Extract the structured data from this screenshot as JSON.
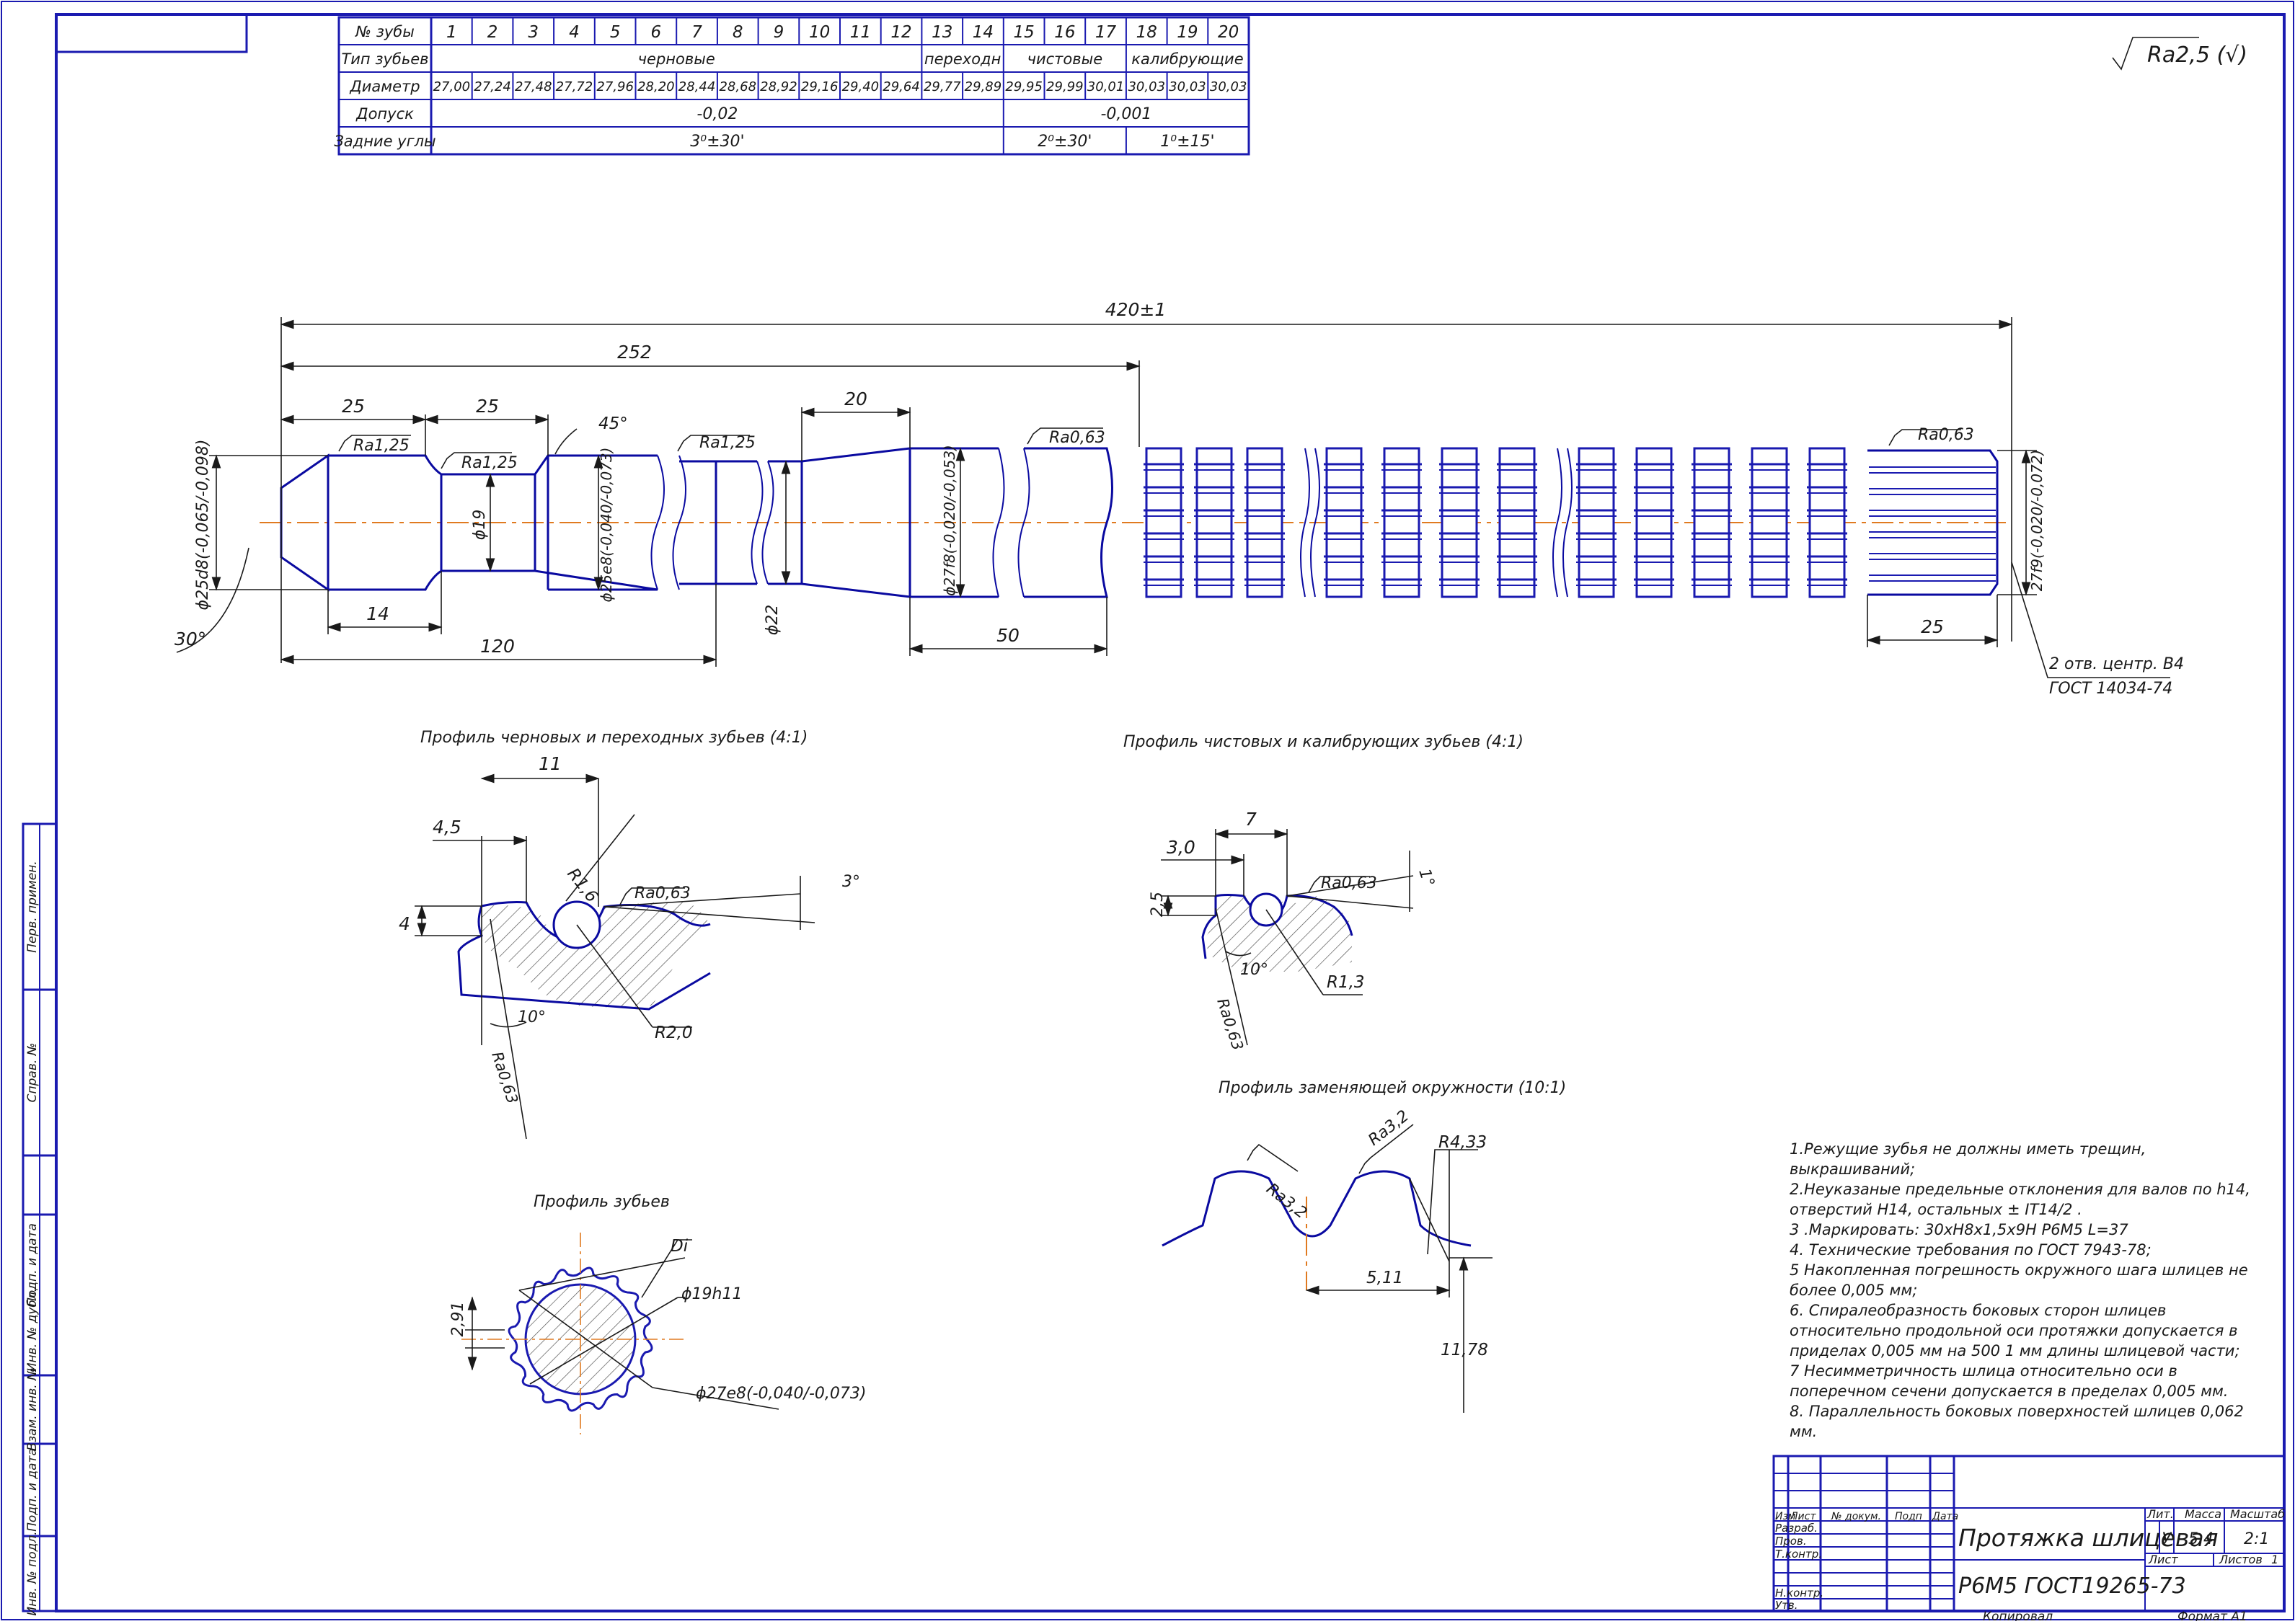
{
  "teeth_table": {
    "row_labels": [
      "№ зубы",
      "Тип зубьев",
      "Диаметр",
      "Допуск",
      "Задние углы"
    ],
    "numbers": [
      "1",
      "2",
      "3",
      "4",
      "5",
      "6",
      "7",
      "8",
      "9",
      "10",
      "11",
      "12",
      "13",
      "14",
      "15",
      "16",
      "17",
      "18",
      "19",
      "20"
    ],
    "types": [
      {
        "label": "черновые",
        "span": 12
      },
      {
        "label": "переходн",
        "span": 2
      },
      {
        "label": "чистовые",
        "span": 3
      },
      {
        "label": "калибрующие",
        "span": 3
      }
    ],
    "diameters": [
      "27,00",
      "27,24",
      "27,48",
      "27,72",
      "27,96",
      "28,20",
      "28,44",
      "28,68",
      "28,92",
      "29,16",
      "29,40",
      "29,64",
      "29,77",
      "29,89",
      "29,95",
      "29,99",
      "30,01",
      "30,03",
      "30,03",
      "30,03"
    ],
    "tolerances": [
      {
        "label": "-0,02",
        "span": 14
      },
      {
        "label": "-0,001",
        "span": 6
      }
    ],
    "angles": [
      {
        "label": "3⁰±30'",
        "span": 14
      },
      {
        "label": "2⁰±30'",
        "span": 3
      },
      {
        "label": "1⁰±15'",
        "span": 3
      }
    ]
  },
  "roughness_general": "Ra2,5 (√)",
  "main_view": {
    "dim_total": "420±1",
    "dim_252": "252",
    "dim_25_a": "25",
    "dim_25_b": "25",
    "dim_20": "20",
    "dim_14": "14",
    "dim_120": "120",
    "dim_50": "50",
    "dim_25_c": "25",
    "angle_45": "45°",
    "angle_30": "30°",
    "ra_125_a": "Ra1,25",
    "ra_125_b": "Ra1,25",
    "ra_125_c": "Ra1,25",
    "ra_063_a": "Ra0,63",
    "ra_063_b": "Ra0,63",
    "d_25d8": "ϕ25d8(-0,065/-0,098)",
    "d_19": "ϕ19",
    "d_25e8": "ϕ25e8(-0,040/-0,073)",
    "d_22": "ϕ22",
    "d_27f8": "ϕ27f8(-0,020/-0,053)",
    "d_27f9": "27f9(-0,020/-0,072)",
    "centre_note_1": "2 отв. центр. В4",
    "centre_note_2": "ГОСТ 14034-74"
  },
  "profile_rough": {
    "title": "Профиль чexternalовых и переходных зубьев (4:1)",
    "dim_11": "11",
    "dim_45": "4,5",
    "dim_4": "4",
    "r16": "R1,6",
    "r20": "R2,0",
    "ra063_a": "Ra0,63",
    "ra063_b": "Ra0,63",
    "angle_3": "3°",
    "angle_10": "10°"
  },
  "profile_finish": {
    "title": "Профиль чистовых и калибрующих зубьев (4:1)",
    "dim_7": "7",
    "dim_30": "3,0",
    "dim_25": "2,5",
    "r13": "R1,3",
    "ra063_a": "Ra0,63",
    "ra063_b": "Ra0,63",
    "angle_1": "1°",
    "angle_10": "10°"
  },
  "profile_circle": {
    "title": "Профиль заменяющей окружности (10:1)",
    "ra32_a": "Ra3,2",
    "ra32_b": "Ra3,2",
    "r433": "R4,33",
    "dim_511": "5,11",
    "dim_1178": "11,78"
  },
  "profile_teeth": {
    "title": "Профиль зубьев",
    "di": "Di",
    "d19": "ϕ19h11",
    "d291": "2,91",
    "d27": "ϕ27e8(-0,040/-0,073)"
  },
  "notes": [
    "1.Режущие зубья не должны иметь трещин, выкрашиваний;",
    "2.Неуказаные предельные отклонения для валов по h14, отверстий H14, остальных ± IT14/2 .",
    "3 .Маркировать: 30хН8х1,5х9Н Р6М5 L=37",
    "4. Технические требования по ГОСТ 7943-78;",
    "5 Накопленная погрешность окружного шага шлицев не более 0,005 мм;",
    "6. Спиралеобразность боковых сторон шлицев относительно продольной оси протяжки допускается в приделах 0,005 мм на 500 1 мм длины шлицевой части;",
    "7 Несимметричность шлица относительно оси в поперечном сечени допускается в пределах 0,005 мм.",
    "8. Параллельность боковых поверхностей шлицев 0,062 мм."
  ],
  "title_block": {
    "name": "Протяжка шлицевая",
    "material": "Р6М5 ГОСТ19265-73",
    "lit_label": "Лит.",
    "mass_label": "Масса",
    "scale_label": "Масштаб",
    "lit": "У",
    "mass": "5,4",
    "scale": "2:1",
    "sheet_label": "Лист",
    "sheets_label": "Листов",
    "sheets": "1",
    "col_izm": "Изм",
    "col_list": "Лист",
    "col_doc": "№ докум.",
    "col_podp": "Подп",
    "col_data": "Дата",
    "row_razrab": "Разраб.",
    "row_prov": "Пров.",
    "row_tkontr": "Т.контр.",
    "row_nkontr": "Н.контр.",
    "row_utv": "Утв.",
    "copied": "Копировал",
    "format": "Формат   А1"
  },
  "side_stamps": [
    "Перв. примен.",
    "Справ. №",
    "Подп. и дата",
    "Инв. № дубл.",
    "Взам. инв. №",
    "Подп. и дата",
    "Инв. № подл."
  ]
}
